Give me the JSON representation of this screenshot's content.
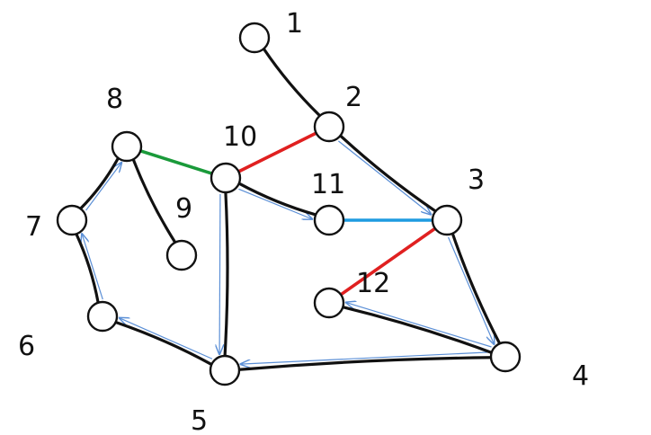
{
  "graph": {
    "colors": {
      "tree_edge": "#111111",
      "arrow": "#5b8fd6",
      "red": "#e02020",
      "green": "#1a9a3a",
      "cyan": "#1e9be0"
    },
    "nodes": [
      {
        "id": "1",
        "label": "1"
      },
      {
        "id": "2",
        "label": "2"
      },
      {
        "id": "3",
        "label": "3"
      },
      {
        "id": "4",
        "label": "4"
      },
      {
        "id": "5",
        "label": "5"
      },
      {
        "id": "6",
        "label": "6"
      },
      {
        "id": "7",
        "label": "7"
      },
      {
        "id": "8",
        "label": "8"
      },
      {
        "id": "9",
        "label": "9"
      },
      {
        "id": "10",
        "label": "10"
      },
      {
        "id": "11",
        "label": "11"
      },
      {
        "id": "12",
        "label": "12"
      }
    ],
    "black_edges": [
      [
        "1",
        "2"
      ],
      [
        "2",
        "3"
      ],
      [
        "3",
        "4"
      ],
      [
        "4",
        "12"
      ],
      [
        "4",
        "5"
      ],
      [
        "5",
        "6"
      ],
      [
        "6",
        "7"
      ],
      [
        "7",
        "8"
      ],
      [
        "8",
        "9"
      ],
      [
        "5",
        "10"
      ],
      [
        "10",
        "11"
      ]
    ],
    "arrow_edges": [
      [
        "2",
        "3"
      ],
      [
        "3",
        "4"
      ],
      [
        "4",
        "12"
      ],
      [
        "4",
        "5"
      ],
      [
        "5",
        "6"
      ],
      [
        "6",
        "7"
      ],
      [
        "7",
        "8"
      ],
      [
        "10",
        "11"
      ],
      [
        "10",
        "5"
      ]
    ],
    "colored_edges": [
      {
        "from": "2",
        "to": "10",
        "color": "red"
      },
      {
        "from": "3",
        "to": "12",
        "color": "red"
      },
      {
        "from": "8",
        "to": "10",
        "color": "green"
      },
      {
        "from": "11",
        "to": "3",
        "color": "cyan"
      }
    ]
  }
}
